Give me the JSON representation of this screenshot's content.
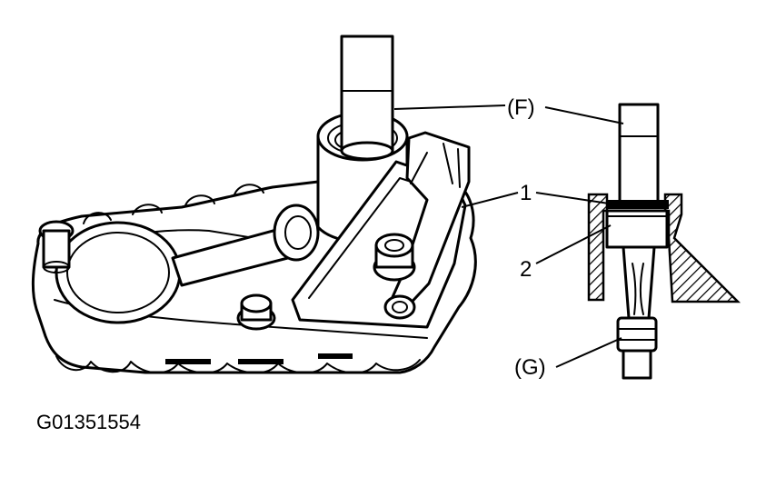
{
  "callouts": {
    "tool_f": "(F)",
    "part_1": "1",
    "part_2": "2",
    "tool_g": "(G)"
  },
  "figure_id": "G01351554",
  "colors": {
    "ink": "#000000",
    "paper": "#ffffff"
  }
}
